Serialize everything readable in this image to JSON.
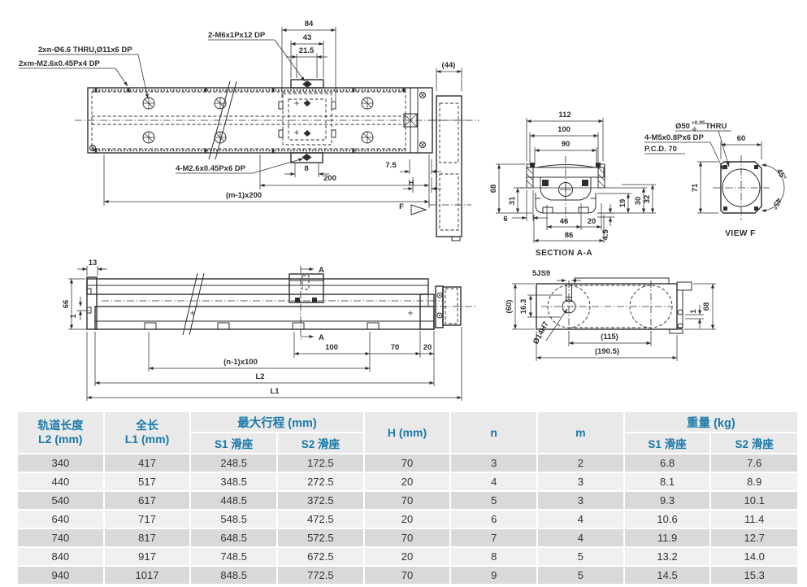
{
  "drawing": {
    "top_view": {
      "callout_thru": "2xn-Ø6.6 THRU,Ø11x6 DP",
      "callout_tap": "2xm-M2.6x0.45Px4 DP",
      "callout_m6": "2-M6x1Px12 DP",
      "callout_m26": "4-M2.6x0.45Px6 DP",
      "dim_84": "84",
      "dim_43": "43",
      "dim_21_5": "21.5",
      "dim_44": "(44)",
      "dim_8": "8",
      "dim_200": "200",
      "dim_m1x200": "(m-1)x200",
      "dim_7_5": "7.5",
      "dim_h": "H",
      "view_arrow_label": "F"
    },
    "section_aa": {
      "title": "SECTION A-A",
      "dim_112": "112",
      "dim_100": "100",
      "dim_90": "90",
      "dim_68": "68",
      "dim_31": "31",
      "dim_6": "6",
      "dim_46": "46",
      "dim_20": "20",
      "dim_86": "86",
      "dim_4_5": "4.5",
      "dim_19": "19",
      "dim_30": "30",
      "dim_32": "32"
    },
    "view_f": {
      "title": "VIEW F",
      "dim_60": "60",
      "dim_71": "71",
      "dim_45_top": "45°",
      "dim_45_bottom": "45°",
      "bore": "Ø50",
      "bore_tol_plus": "+0.05",
      "bore_tol_minus": "-0",
      "bore_suffix": "THRU",
      "callout_tap": "4-M5x0.8Px6 DP",
      "callout_pcd": "P.C.D. 70"
    },
    "side_view": {
      "dim_13": "13",
      "dim_66": "66",
      "dim_1": "1",
      "dim_100": "100",
      "dim_70": "70",
      "dim_20": "20",
      "dim_n1x100": "(n-1)x100",
      "dim_l2": "L2",
      "dim_l1": "L1",
      "section_a": "A"
    },
    "bottom_view": {
      "dim_5js9": "5JS9",
      "dim_60": "(60)",
      "dim_16_3": "16.3",
      "dim_14h7": "Ø14H7",
      "dim_115": "(115)",
      "dim_190_5": "(190.5)",
      "dim_68": "68",
      "dim_1": "1"
    }
  },
  "table": {
    "header": {
      "l2_line1": "轨道长度",
      "l2_line2": "L2 (mm)",
      "l1_line1": "全长",
      "l1_line2": "L1 (mm)",
      "stroke_group": "最大行程 (mm)",
      "weight_group": "重量 (kg)",
      "s1": "S1 滑座",
      "s2": "S2 滑座",
      "h": "H (mm)",
      "n": "n",
      "m": "m",
      "weight_s1": "S1 滑座",
      "weight_s2": "S2 滑座"
    },
    "rows": [
      [
        "340",
        "417",
        "248.5",
        "172.5",
        "70",
        "3",
        "2",
        "6.8",
        "7.6"
      ],
      [
        "440",
        "517",
        "348.5",
        "272.5",
        "20",
        "4",
        "3",
        "8.1",
        "8.9"
      ],
      [
        "540",
        "617",
        "448.5",
        "372.5",
        "70",
        "5",
        "3",
        "9.3",
        "10.1"
      ],
      [
        "640",
        "717",
        "548.5",
        "472.5",
        "20",
        "6",
        "4",
        "10.6",
        "11.4"
      ],
      [
        "740",
        "817",
        "648.5",
        "572.5",
        "70",
        "7",
        "4",
        "11.9",
        "12.7"
      ],
      [
        "840",
        "917",
        "748.5",
        "672.5",
        "20",
        "8",
        "5",
        "13.2",
        "14.0"
      ],
      [
        "940",
        "1017",
        "848.5",
        "772.5",
        "70",
        "9",
        "5",
        "14.5",
        "15.3"
      ]
    ]
  },
  "colors": {
    "accent": "#1879a9",
    "line": "#2d2d2d",
    "row_dark": "#d9d9d9",
    "row_light": "#f0f0f0",
    "header_bg": "#e9e9e9"
  }
}
